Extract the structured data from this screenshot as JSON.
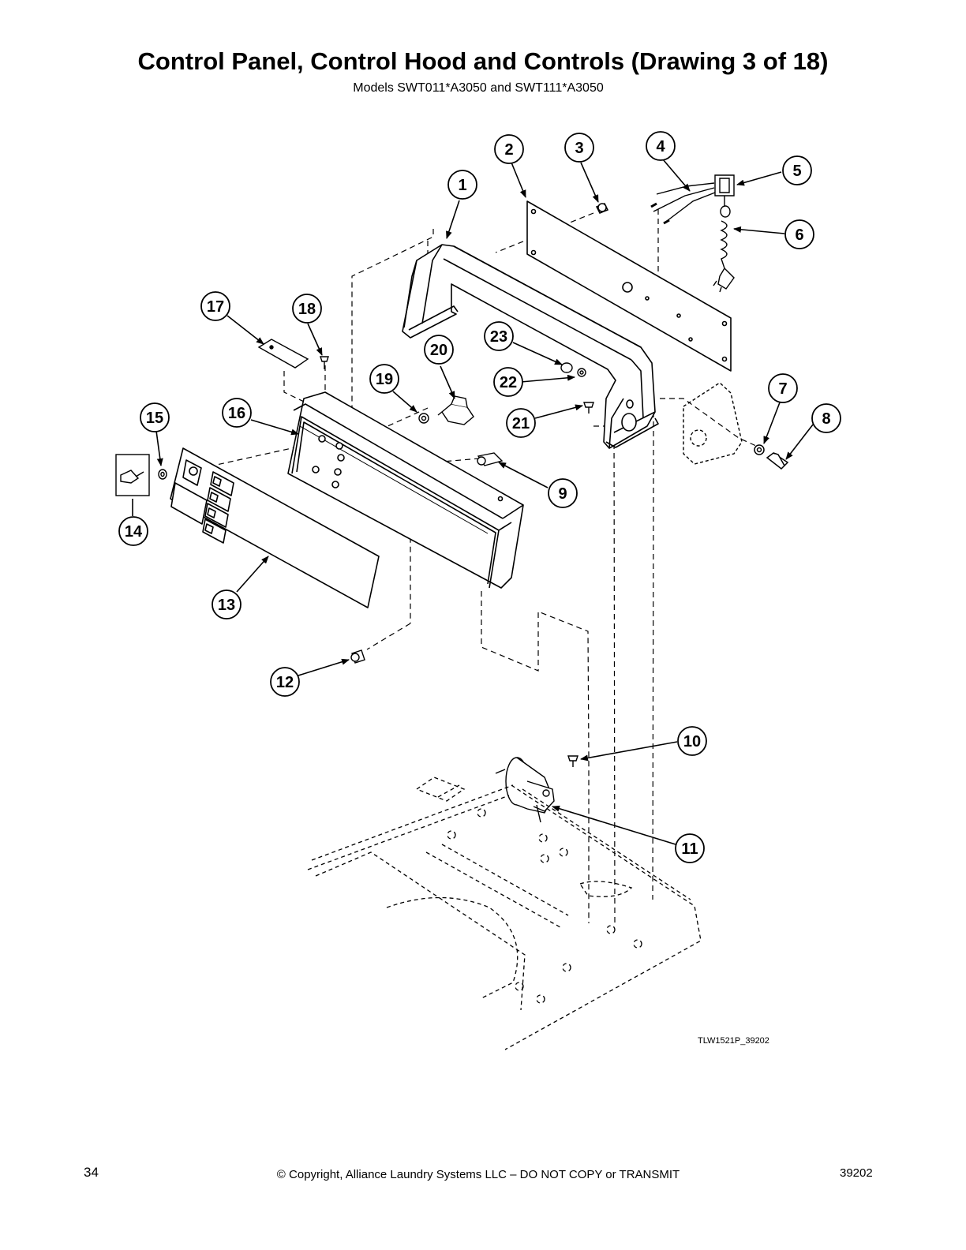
{
  "header": {
    "title": "Control Panel, Control Hood and Controls (Drawing 3 of 18)",
    "subtitle": "Models SWT011*A3050 and SWT111*A3050"
  },
  "drawing": {
    "reference_code": "TLW1521P_39202",
    "callouts": [
      {
        "id": "callout-1",
        "label": "1"
      },
      {
        "id": "callout-2",
        "label": "2"
      },
      {
        "id": "callout-3",
        "label": "3"
      },
      {
        "id": "callout-4",
        "label": "4"
      },
      {
        "id": "callout-5",
        "label": "5"
      },
      {
        "id": "callout-6",
        "label": "6"
      },
      {
        "id": "callout-7",
        "label": "7"
      },
      {
        "id": "callout-8",
        "label": "8"
      },
      {
        "id": "callout-9",
        "label": "9"
      },
      {
        "id": "callout-10",
        "label": "10"
      },
      {
        "id": "callout-11",
        "label": "11"
      },
      {
        "id": "callout-12",
        "label": "12"
      },
      {
        "id": "callout-13",
        "label": "13"
      },
      {
        "id": "callout-14",
        "label": "14"
      },
      {
        "id": "callout-15",
        "label": "15"
      },
      {
        "id": "callout-16",
        "label": "16"
      },
      {
        "id": "callout-17",
        "label": "17"
      },
      {
        "id": "callout-18",
        "label": "18"
      },
      {
        "id": "callout-19",
        "label": "19"
      },
      {
        "id": "callout-20",
        "label": "20"
      },
      {
        "id": "callout-21",
        "label": "21"
      },
      {
        "id": "callout-22",
        "label": "22"
      },
      {
        "id": "callout-23",
        "label": "23"
      }
    ]
  },
  "footer": {
    "page_number": "34",
    "copyright": "© Copyright, Alliance Laundry Systems LLC – DO NOT COPY or TRANSMIT",
    "doc_code": "39202"
  }
}
